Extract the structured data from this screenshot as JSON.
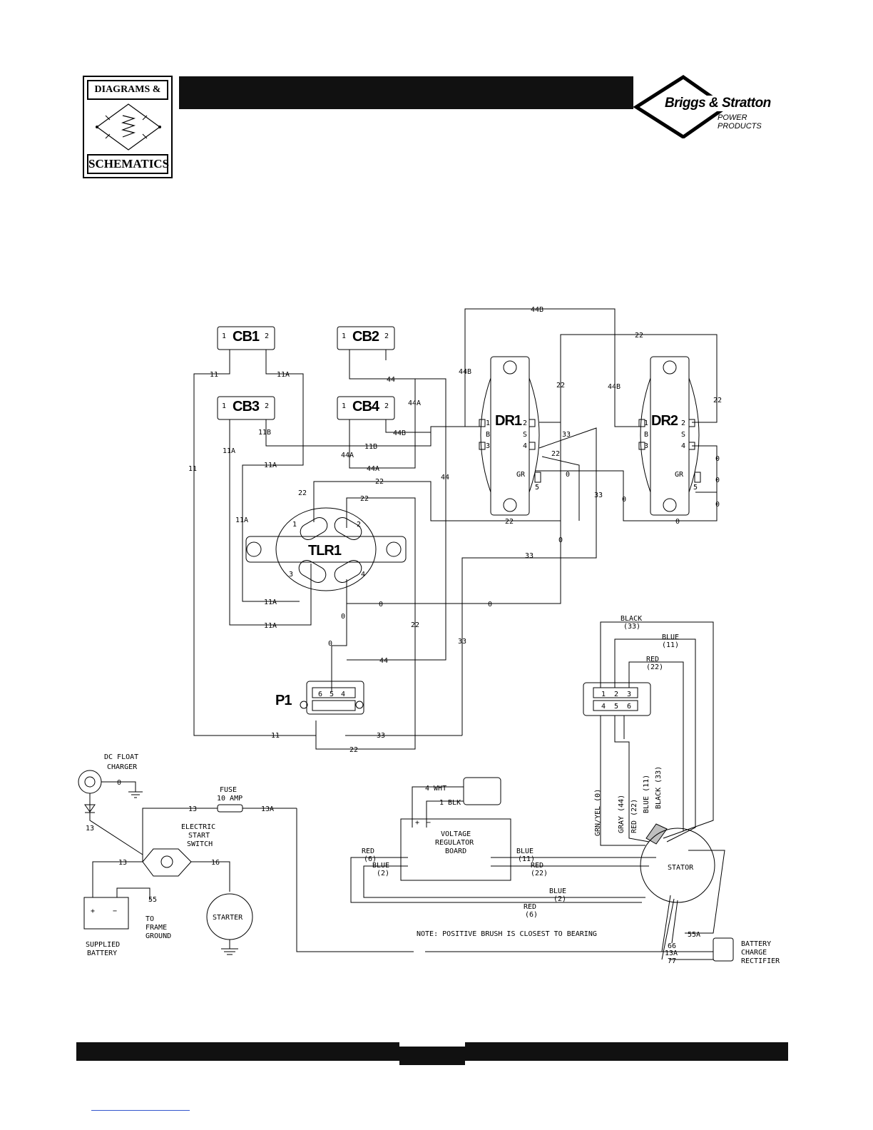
{
  "logo_left": {
    "top": "DIAGRAMS &",
    "bottom": "SCHEMATICS"
  },
  "brand": {
    "name": "Briggs & Stratton",
    "sub": "POWER PRODUCTS"
  },
  "components": {
    "cb1": "CB1",
    "cb2": "CB2",
    "cb3": "CB3",
    "cb4": "CB4",
    "dr1": "DR1",
    "dr2": "DR2",
    "tlr1": "TLR1",
    "p1": "P1",
    "stator": "STATOR"
  },
  "pins": {
    "one": "1",
    "two": "2",
    "three": "3",
    "four": "4",
    "five": "5",
    "six": "6",
    "b": "B",
    "s": "S",
    "gr": "GR",
    "white": "WHITE"
  },
  "wires": {
    "w11": "11",
    "w11A": "11A",
    "w11B": "11B",
    "w22": "22",
    "w33": "33",
    "w44": "44",
    "w44A": "44A",
    "w44B": "44B",
    "w0": "0",
    "w13": "13",
    "w13A": "13A",
    "w16": "16",
    "w55": "55",
    "w55A": "55A",
    "w66": "66",
    "w77": "77"
  },
  "labels": {
    "dc_float_1": "DC FLOAT",
    "dc_float_2": "CHARGER",
    "fuse_1": "FUSE",
    "fuse_2": "10 AMP",
    "switch_1": "ELECTRIC",
    "switch_2": "START",
    "switch_3": "SWITCH",
    "starter": "STARTER",
    "battery_1": "SUPPLIED",
    "battery_2": "BATTERY",
    "frame_1": "TO",
    "frame_2": "FRAME",
    "frame_3": "GROUND",
    "vr_1": "VOLTAGE",
    "vr_2": "REGULATOR",
    "vr_3": "BOARD",
    "wht": "4 WHT",
    "blk": "1 BLK",
    "red": "RED",
    "red6": "(6)",
    "red22": "(22)",
    "blue": "BLUE",
    "blue2": "(2)",
    "blue11": "(11)",
    "black": "BLACK",
    "black33": "(33)",
    "grnyel0": "GRN/YEL (0)",
    "gray44": "GRAY (44)",
    "red22v": "RED (22)",
    "blue11v": "BLUE (11)",
    "black33v": "BLACK (33)",
    "note": "NOTE: POSITIVE BRUSH IS CLOSEST TO BEARING",
    "bcr_1": "BATTERY",
    "bcr_2": "CHARGE",
    "bcr_3": "RECTIFIER",
    "plus": "+",
    "minus": "−"
  }
}
